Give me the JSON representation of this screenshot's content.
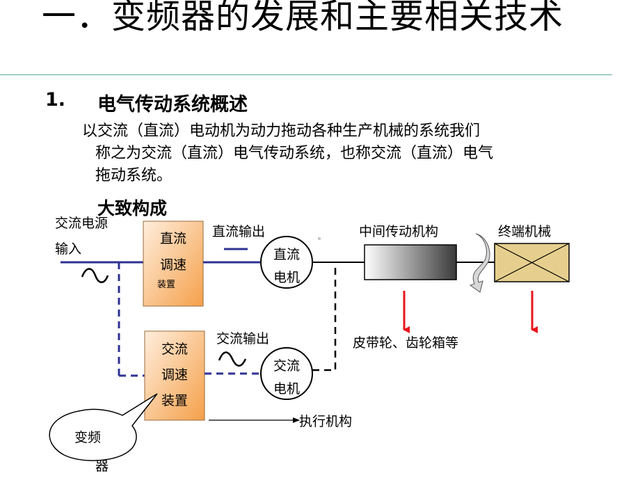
{
  "header": {
    "title": "一．变频器的发展和主要相关技术"
  },
  "section": {
    "number": "1.",
    "title": "电气传动系统概述",
    "paragraph_lines": [
      "以交流（直流）电动机为动力拖动各种生产机械的系统我们",
      "称之为交流（直流）电气传动系统，也称交流（直流）电气",
      "拖动系统。"
    ],
    "subtitle": "大致构成"
  },
  "diagram": {
    "ac_source_label_1": "交流电源",
    "ac_source_label_2": "输入",
    "dc_unit_line1": "直流",
    "dc_unit_line2": "调速",
    "dc_unit_line3": "装置",
    "ac_unit_line1": "交流",
    "ac_unit_line2": "调速",
    "ac_unit_line3": "装置",
    "dc_output_label": "直流输出",
    "ac_output_label": "交流输出",
    "dc_motor_line1": "直流",
    "dc_motor_line2": "电机",
    "ac_motor_line1": "交流",
    "ac_motor_line2": "电机",
    "transmission_label": "中间传动机构",
    "terminal_label": "终端机械",
    "transmission_examples": "皮带轮、齿轮箱等",
    "actuator_label": "执行机构",
    "inverter_callout_line1": "变频",
    "inverter_callout_line2": "器",
    "colors": {
      "signal_line": "#2e3192",
      "unit_box_top": "#ffe8c8",
      "unit_box_bottom": "#f7b26a",
      "arrow_red": "#e8141b",
      "terminal_box": "#e6cf8e"
    }
  }
}
